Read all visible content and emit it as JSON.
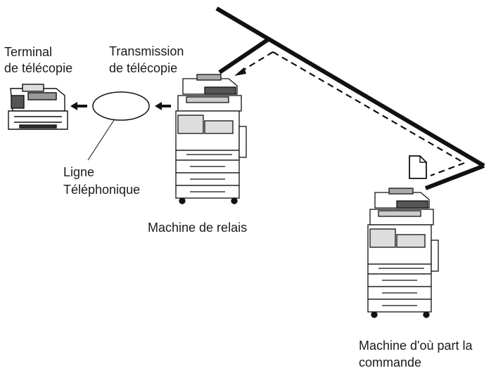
{
  "labels": {
    "fax_terminal": [
      "Terminal",
      "de télécopie"
    ],
    "fax_transmission": [
      "Transmission",
      "de télécopie"
    ],
    "phone_line": [
      "Ligne",
      "Téléphonique"
    ],
    "relay_machine": "Machine de relais",
    "origin_machine": [
      "Machine d'où part la",
      "commande"
    ]
  },
  "icons": {
    "fax_terminal": "fax-machine-icon",
    "relay_machine": "multifunction-copier-icon",
    "origin_machine": "multifunction-copier-icon",
    "document": "document-icon",
    "phone_line": "telephone-line-ellipse"
  }
}
